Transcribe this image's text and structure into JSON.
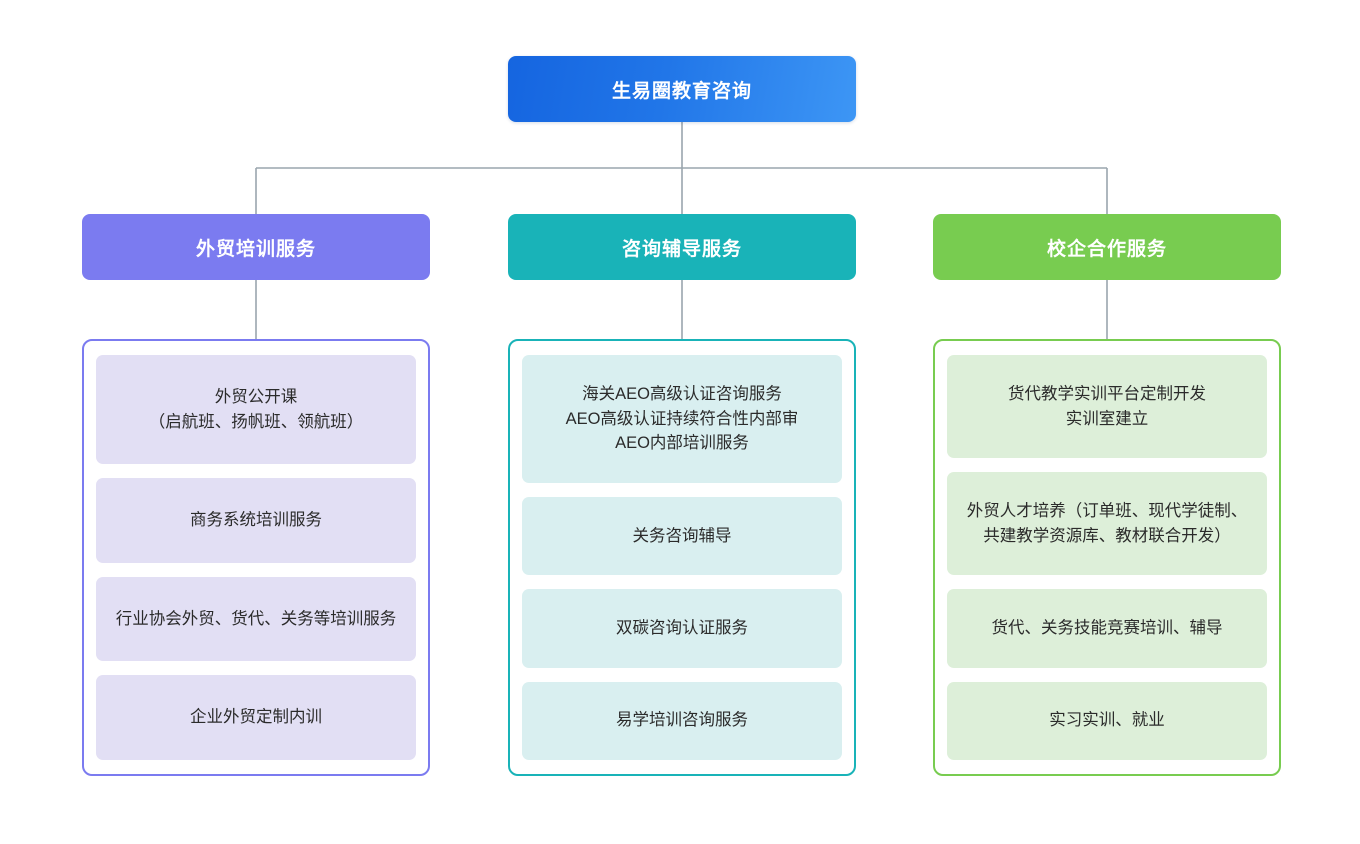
{
  "diagram": {
    "type": "organization-tree",
    "root": {
      "label": "生易圈教育咨询",
      "color": "#2176e8"
    },
    "branches": [
      {
        "label": "外贸培训服务",
        "color": "#7b7bf0",
        "card_color": "#e2dff4",
        "items": [
          "外贸公开课\n（启航班、扬帆班、领航班）",
          "商务系统培训服务",
          "行业协会外贸、货代、关务等培训服务",
          "企业外贸定制内训"
        ]
      },
      {
        "label": "咨询辅导服务",
        "color": "#19b3b8",
        "card_color": "#d9eff0",
        "items": [
          "海关AEO高级认证咨询服务\nAEO高级认证持续符合性内部审\nAEO内部培训服务",
          "关务咨询辅导",
          "双碳咨询认证服务",
          "易学培训咨询服务"
        ]
      },
      {
        "label": "校企合作服务",
        "color": "#78cc50",
        "card_color": "#ddefd9",
        "items": [
          "货代教学实训平台定制开发\n实训室建立",
          "外贸人才培养（订单班、现代学徒制、共建教学资源库、教材联合开发）",
          "货代、关务技能竞赛培训、辅导",
          "实习实训、就业"
        ]
      }
    ],
    "connector_color": "#9aa5ad"
  }
}
